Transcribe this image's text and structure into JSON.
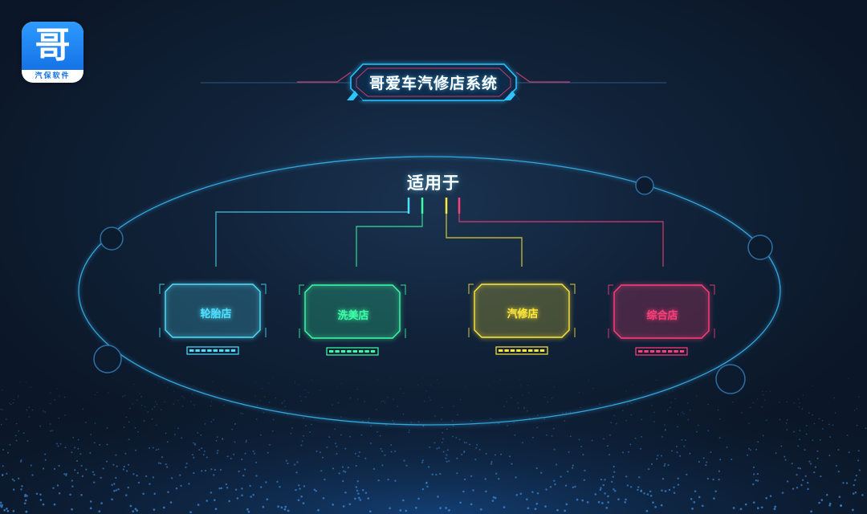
{
  "logo": {
    "glyph": "哥",
    "subtitle": "汽保软件"
  },
  "header": {
    "title": "哥爱车汽修店系统"
  },
  "diagram": {
    "subtitle": "适用于",
    "stores": [
      {
        "label": "轮胎店",
        "color": "#4fe0ff"
      },
      {
        "label": "洗美店",
        "color": "#3dffa8"
      },
      {
        "label": "汽修店",
        "color": "#ffe83a"
      },
      {
        "label": "综合店",
        "color": "#ff3f7a"
      }
    ]
  }
}
